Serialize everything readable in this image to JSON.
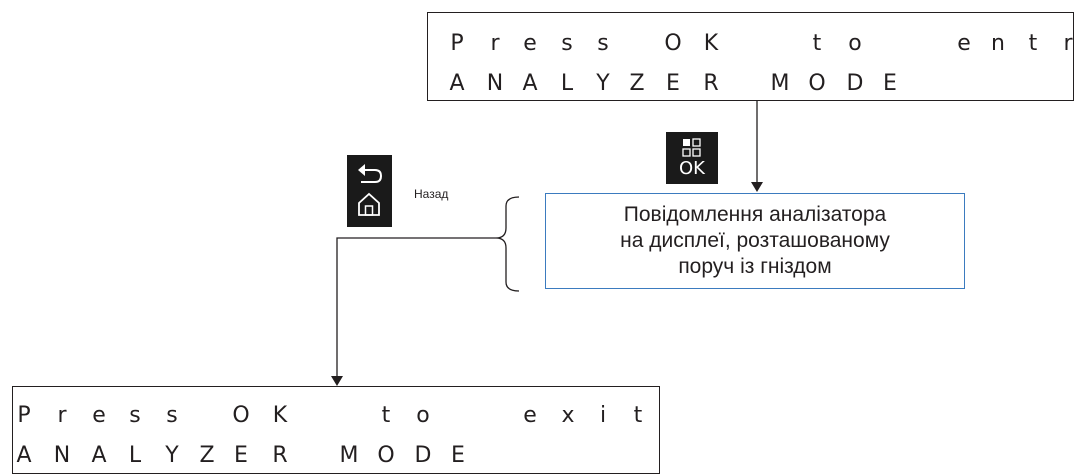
{
  "top_display": {
    "line1": "Press OK to entr",
    "line2": "ANALYZER MODE"
  },
  "ok_key": {
    "label": "OK",
    "icon": "grid-icon"
  },
  "back_key": {
    "icons": [
      "back-arrow-icon",
      "home-icon"
    ],
    "label": "Назад"
  },
  "message_box": {
    "lines": [
      "Повідомлення аналізатора",
      "на дисплеї, розташованому",
      "поруч із гніздом"
    ]
  },
  "bottom_display": {
    "line1": "Press OK to exit",
    "line2": "ANALYZER MODE"
  },
  "colors": {
    "key_bg": "#1a1a1a",
    "text": "#231f20",
    "message_border": "#3b7bbf"
  }
}
